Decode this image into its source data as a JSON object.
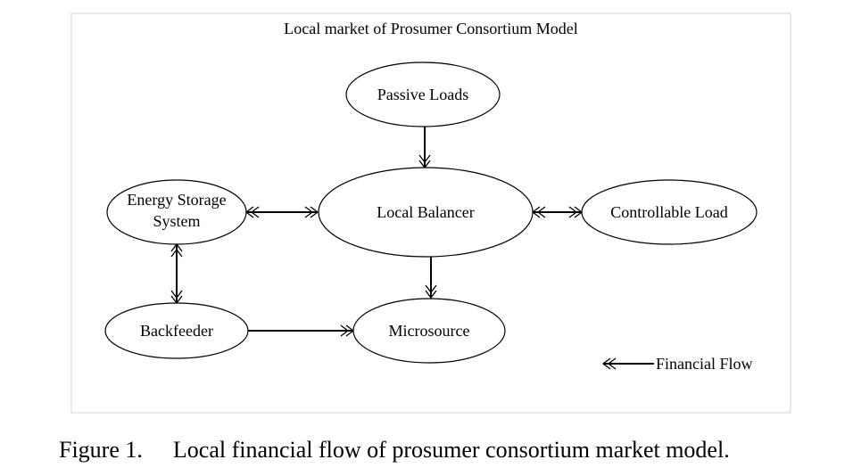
{
  "title": "Local market of Prosumer Consortium Model",
  "nodes": {
    "passive_loads": {
      "label": "Passive Loads"
    },
    "local_balancer": {
      "label": "Local Balancer"
    },
    "energy_storage": {
      "label_lines": [
        "Energy Storage",
        "System"
      ]
    },
    "controllable_load": {
      "label": "Controllable Load"
    },
    "backfeeder": {
      "label": "Backfeeder"
    },
    "microsource": {
      "label": "Microsource"
    }
  },
  "edges": [
    {
      "from": "passive_loads",
      "to": "local_balancer",
      "direction": "forward"
    },
    {
      "from": "energy_storage",
      "to": "local_balancer",
      "direction": "both"
    },
    {
      "from": "local_balancer",
      "to": "controllable_load",
      "direction": "both"
    },
    {
      "from": "energy_storage",
      "to": "backfeeder",
      "direction": "both"
    },
    {
      "from": "local_balancer",
      "to": "microsource",
      "direction": "forward"
    },
    {
      "from": "backfeeder",
      "to": "microsource",
      "direction": "forward"
    }
  ],
  "legend": {
    "label": "Financial Flow"
  },
  "caption": {
    "number": "Figure 1.",
    "text": "Local financial flow of prosumer consortium market model."
  }
}
